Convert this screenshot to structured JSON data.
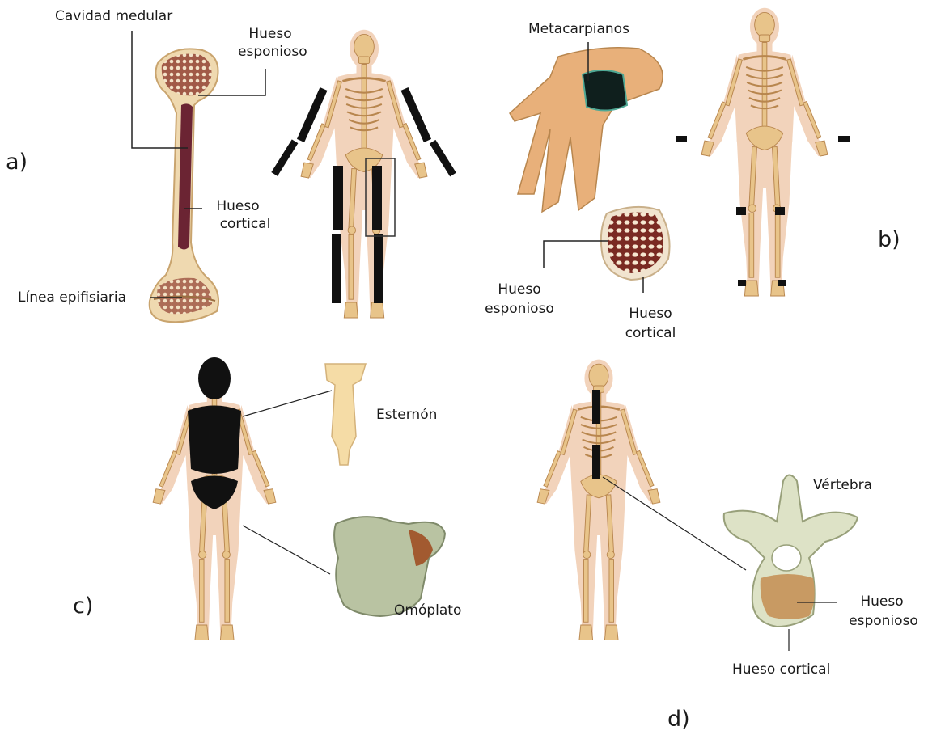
{
  "panels": {
    "a": {
      "letter": "a)",
      "labels": {
        "medullary_cavity": "Cavidad medular",
        "spongy_line1": "Hueso",
        "spongy_line2": "esponioso",
        "cortical_line1": "Hueso",
        "cortical_line2": "cortical",
        "epiphyseal": "Línea epifisiaria"
      }
    },
    "b": {
      "letter": "b)",
      "labels": {
        "metacarpals": "Metacarpianos",
        "spongy_line1": "Hueso",
        "spongy_line2": "esponioso",
        "cortical_line1": "Hueso",
        "cortical_line2": "cortical"
      }
    },
    "c": {
      "letter": "c)",
      "labels": {
        "sternum": "Esternón",
        "scapula": "Omóplato"
      }
    },
    "d": {
      "letter": "d)",
      "labels": {
        "vertebra": "Vértebra",
        "spongy_line1": "Hueso",
        "spongy_line2": "esponioso",
        "cortical": "Hueso cortical"
      }
    }
  },
  "colors": {
    "bone": "#e8c48a",
    "bone_dark": "#b8864e",
    "skin": "#f2d3bb",
    "highlight": "#111111",
    "marrow": "#6b2433",
    "scapula": "#b9c3a2",
    "vertebra": "#dde2c6",
    "spongy_fill": "#c89a63"
  }
}
